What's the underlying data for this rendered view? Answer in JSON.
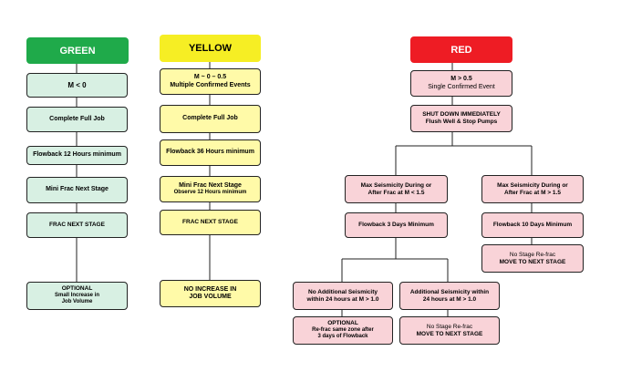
{
  "columns": {
    "green": {
      "header": "GREEN",
      "color": "#1faa4a",
      "boxes": [
        [
          "M < 0"
        ],
        [
          "Complete Full Job"
        ],
        [
          "Flowback 12 Hours minimum"
        ],
        [
          "Mini Frac Next Stage"
        ],
        [
          "FRAC NEXT STAGE"
        ],
        [
          "OPTIONAL",
          "Small Increase in",
          "Job Volume"
        ]
      ]
    },
    "yellow": {
      "header": "YELLOW",
      "color": "#f6ee24",
      "boxes": [
        [
          "M ~ 0 – 0.5",
          "Multiple Confirmed Events"
        ],
        [
          "Complete Full Job"
        ],
        [
          "Flowback 36 Hours minimum"
        ],
        [
          "Mini Frac Next Stage",
          "Observe 12 Hours minimum"
        ],
        [
          "FRAC NEXT STAGE"
        ],
        [
          "NO INCREASE IN",
          "JOB VOLUME"
        ]
      ]
    },
    "red": {
      "header": "RED",
      "color": "#ee1c24",
      "top": [
        [
          "M > 0.5",
          "Single Confirmed Event"
        ],
        [
          "SHUT DOWN IMMEDIATELY",
          "Flush Well & Stop Pumps"
        ]
      ],
      "left": [
        [
          "Max Seismicity During or",
          "After Frac at M < 1.5"
        ],
        [
          "Flowback 3 Days Minimum"
        ]
      ],
      "right": [
        [
          "Max Seismicity During or",
          "After Frac at M > 1.5"
        ],
        [
          "Flowback 10 Days Minimum"
        ],
        [
          "No Stage Re-frac",
          "MOVE TO NEXT STAGE"
        ]
      ],
      "left_left": [
        [
          "No Additional Seismicity",
          "within 24 hours at M > 1.0"
        ],
        [
          "OPTIONAL",
          "Re-frac same zone after",
          "3 days of Flowback"
        ]
      ],
      "left_right": [
        [
          "Additional Seismicity within",
          "24 hours at M > 1.0"
        ],
        [
          "No Stage Re-frac",
          "MOVE TO NEXT STAGE"
        ]
      ]
    }
  }
}
